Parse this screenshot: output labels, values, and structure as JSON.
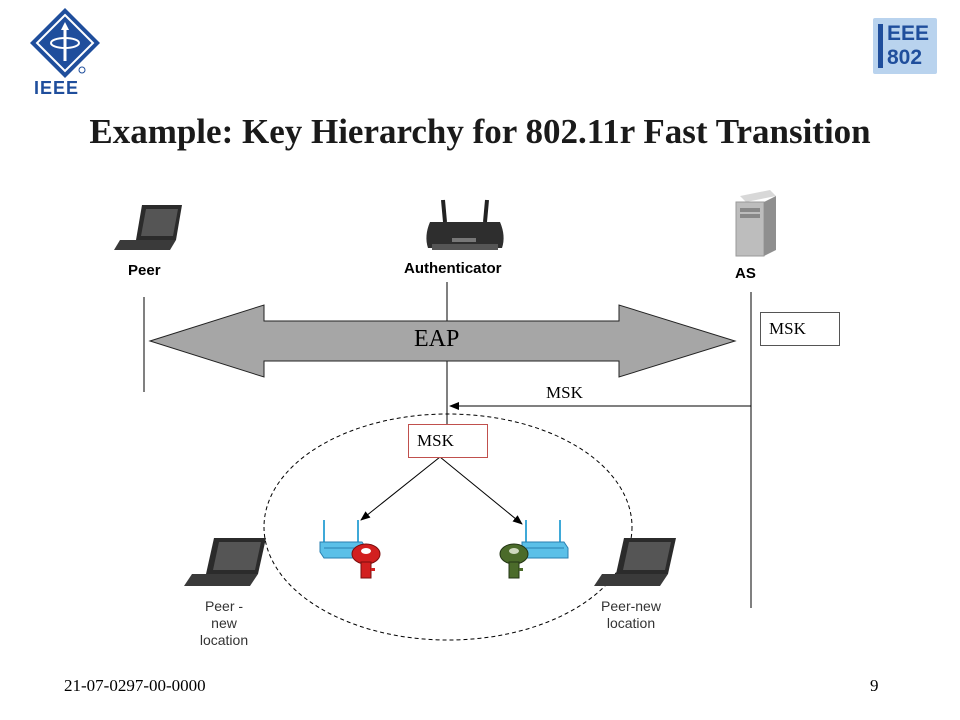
{
  "slide": {
    "title": "Example: Key Hierarchy for 802.11r Fast Transition",
    "footer_left": "21-07-0297-00-0000",
    "page_number": "9"
  },
  "logos": {
    "ieee_text": "IEEE",
    "ieee802_line1": "EEE",
    "ieee802_line2": "802"
  },
  "diagram": {
    "peer_label": "Peer",
    "authenticator_label": "Authenticator",
    "as_label": "AS",
    "eap_label": "EAP",
    "msk_as": "MSK",
    "msk_arrow": "MSK",
    "msk_auth": "MSK",
    "peer_old_location": [
      "Peer -",
      "new",
      "location"
    ],
    "peer_new_location": [
      "Peer-new",
      "location"
    ]
  },
  "colors": {
    "ieee_blue": "#1f4e9c",
    "key_red": "#d21f1f",
    "key_green": "#4b6b2a",
    "ap_blue": "#3fa9d8",
    "eap_arrow_fill": "#a6a6a6"
  }
}
